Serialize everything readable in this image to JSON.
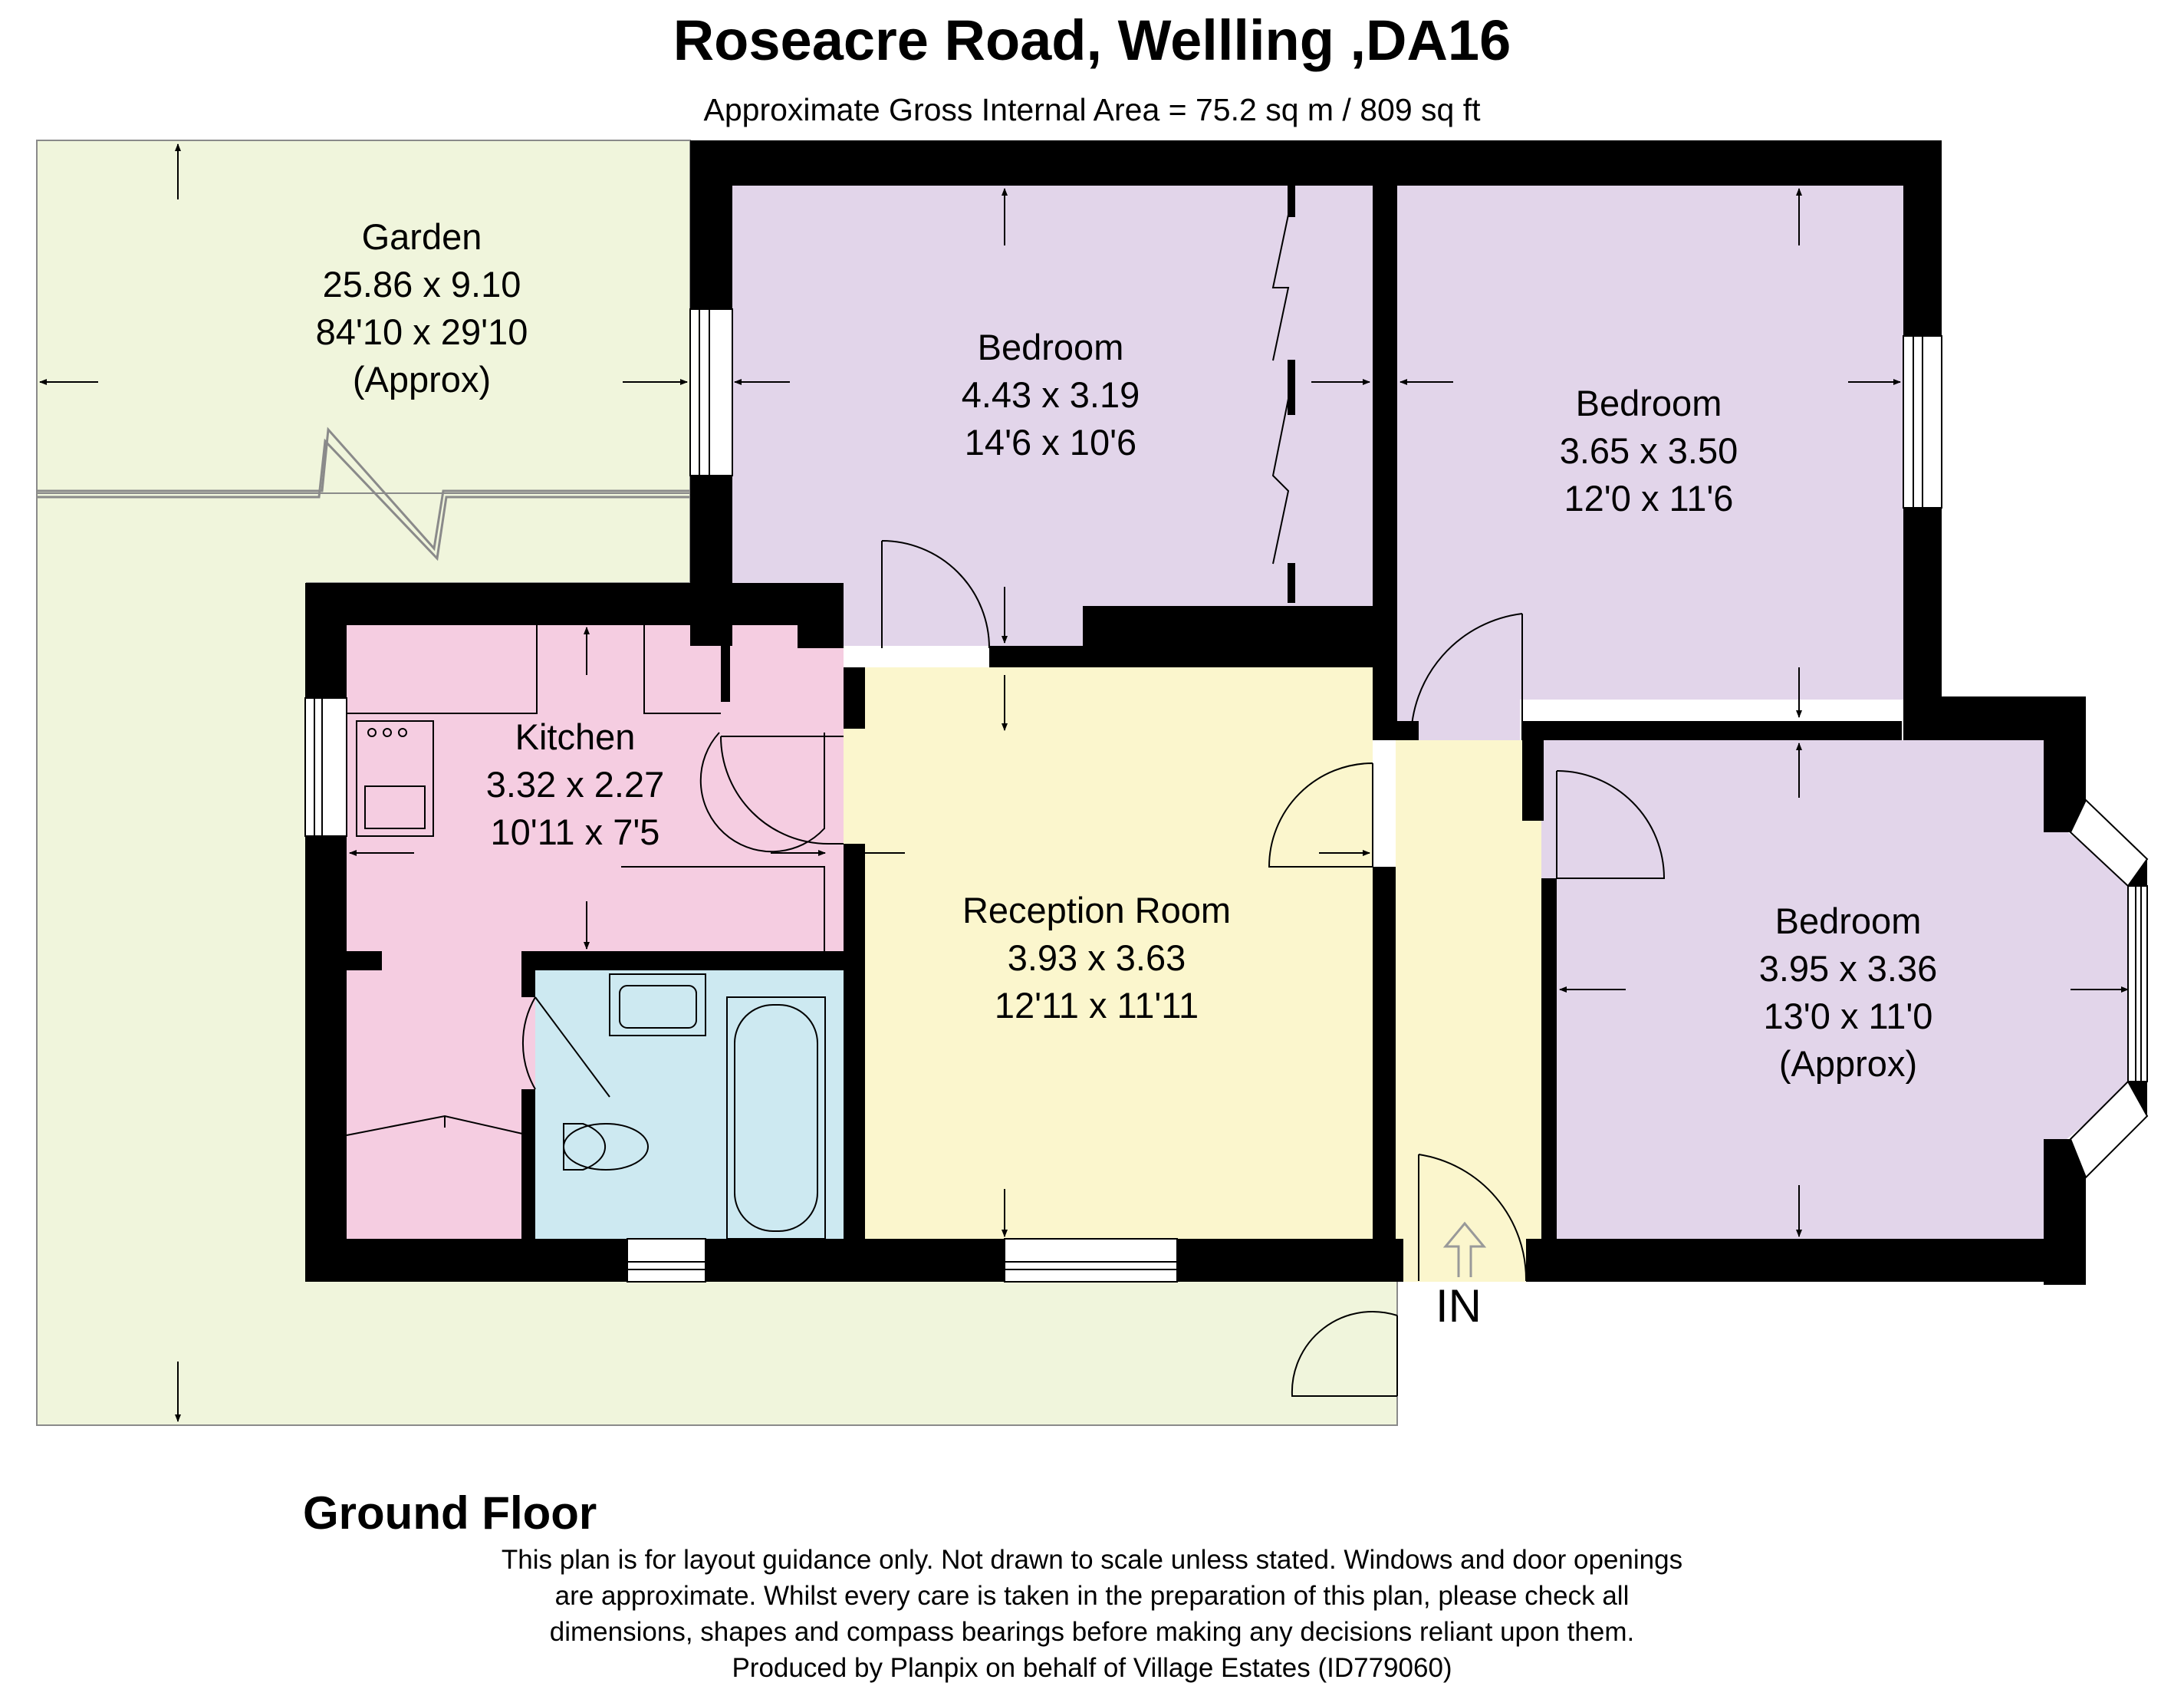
{
  "header": {
    "title": "Roseacre Road, Wellling ,DA16",
    "subtitle": "Approximate Gross Internal Area = 75.2 sq m / 809 sq ft"
  },
  "colors": {
    "garden": "#f0f5dc",
    "bedroom": "#e2d5ea",
    "kitchen": "#f5cde1",
    "bathroom": "#cde9f1",
    "reception": "#fbf6cd",
    "wall": "#000000"
  },
  "rooms": {
    "garden": {
      "name": "Garden",
      "metric": "25.86 x 9.10",
      "imperial": "84'10 x 29'10",
      "note": "(Approx)"
    },
    "bedroom1": {
      "name": "Bedroom",
      "metric": "4.43 x 3.19",
      "imperial": "14'6 x 10'6"
    },
    "bedroom2": {
      "name": "Bedroom",
      "metric": "3.65 x 3.50",
      "imperial": "12'0 x 11'6"
    },
    "bedroom3": {
      "name": "Bedroom",
      "metric": "3.95 x 3.36",
      "imperial": "13'0 x 11'0",
      "note": "(Approx)"
    },
    "kitchen": {
      "name": "Kitchen",
      "metric": "3.32 x 2.27",
      "imperial": "10'11 x 7'5"
    },
    "reception": {
      "name": "Reception Room",
      "metric": "3.93 x 3.63",
      "imperial": "12'11 x 11'11"
    }
  },
  "entrance_label": "IN",
  "floor_label": "Ground Floor",
  "disclaimer": {
    "line1": "This plan is for layout guidance only. Not drawn to scale unless stated. Windows and door openings",
    "line2": "are approximate. Whilst every care is taken in the preparation of this plan, please check all",
    "line3": "dimensions, shapes and compass bearings before making any decisions reliant upon them.",
    "line4": "Produced by Planpix on behalf of Village Estates (ID779060)"
  }
}
